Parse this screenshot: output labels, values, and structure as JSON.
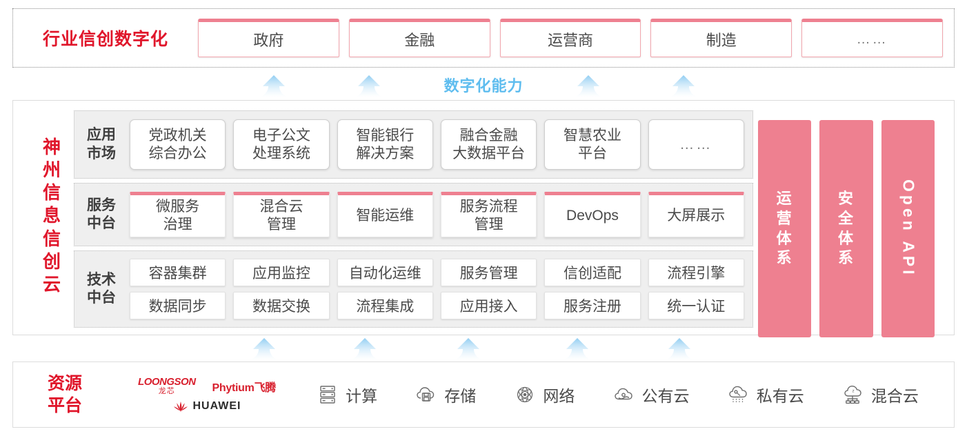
{
  "industry": {
    "label": "行业信创数字化",
    "cards": [
      {
        "text": "政府"
      },
      {
        "text": "金融"
      },
      {
        "text": "运营商"
      },
      {
        "text": "制造"
      },
      {
        "text": "……"
      }
    ]
  },
  "capability": {
    "label": "数字化能力",
    "color": "#5FBDEF",
    "arrow_count_top": 4,
    "arrow_count_bottom": 5
  },
  "cloud": {
    "side_label": [
      "神",
      "州",
      "信",
      "息",
      "信",
      "创",
      "云"
    ],
    "layers": [
      {
        "name": [
          "应用",
          "市场"
        ],
        "style": "app",
        "cards": [
          "党政机关\n综合办公",
          "电子公文\n处理系统",
          "智能银行\n解决方案",
          "融合金融\n大数据平台",
          "智慧农业\n平台",
          "……"
        ]
      },
      {
        "name": [
          "服务",
          "中台"
        ],
        "style": "service",
        "cards": [
          "微服务\n治理",
          "混合云\n管理",
          "智能运维",
          "服务流程\n管理",
          "DevOps",
          "大屏展示"
        ]
      },
      {
        "name": [
          "技术",
          "中台"
        ],
        "style": "tech",
        "rows": [
          [
            "容器集群",
            "应用监控",
            "自动化运维",
            "服务管理",
            "信创适配",
            "流程引擎"
          ],
          [
            "数据同步",
            "数据交换",
            "流程集成",
            "应用接入",
            "服务注册",
            "统一认证"
          ]
        ]
      }
    ],
    "pillars": [
      {
        "text": [
          "运",
          "营",
          "体",
          "系"
        ],
        "orientation": "cjk-stack"
      },
      {
        "text": [
          "安",
          "全",
          "体",
          "系"
        ],
        "orientation": "cjk-stack"
      },
      {
        "text": "Open API",
        "orientation": "rotated"
      }
    ],
    "pillar_color": "#EE8090"
  },
  "resource": {
    "label": [
      "资源",
      "平台"
    ],
    "vendors": [
      {
        "name": "LOONGSON",
        "cn": "龙芯",
        "type": "loongson"
      },
      {
        "name": "Phytium飞腾",
        "type": "phytium"
      },
      {
        "name": "HUAWEI",
        "type": "huawei"
      }
    ],
    "items": [
      {
        "icon": "server-icon",
        "label": "计算"
      },
      {
        "icon": "cloud-storage-icon",
        "label": "存储"
      },
      {
        "icon": "network-icon",
        "label": "网络"
      },
      {
        "icon": "public-cloud-icon",
        "label": "公有云"
      },
      {
        "icon": "private-cloud-icon",
        "label": "私有云"
      },
      {
        "icon": "hybrid-cloud-icon",
        "label": "混合云"
      }
    ]
  },
  "colors": {
    "brand_red": "#E0162B",
    "pink": "#EE8090",
    "arrow_blue": "#A8D8F5",
    "band_gray": "#EFEFEF"
  }
}
